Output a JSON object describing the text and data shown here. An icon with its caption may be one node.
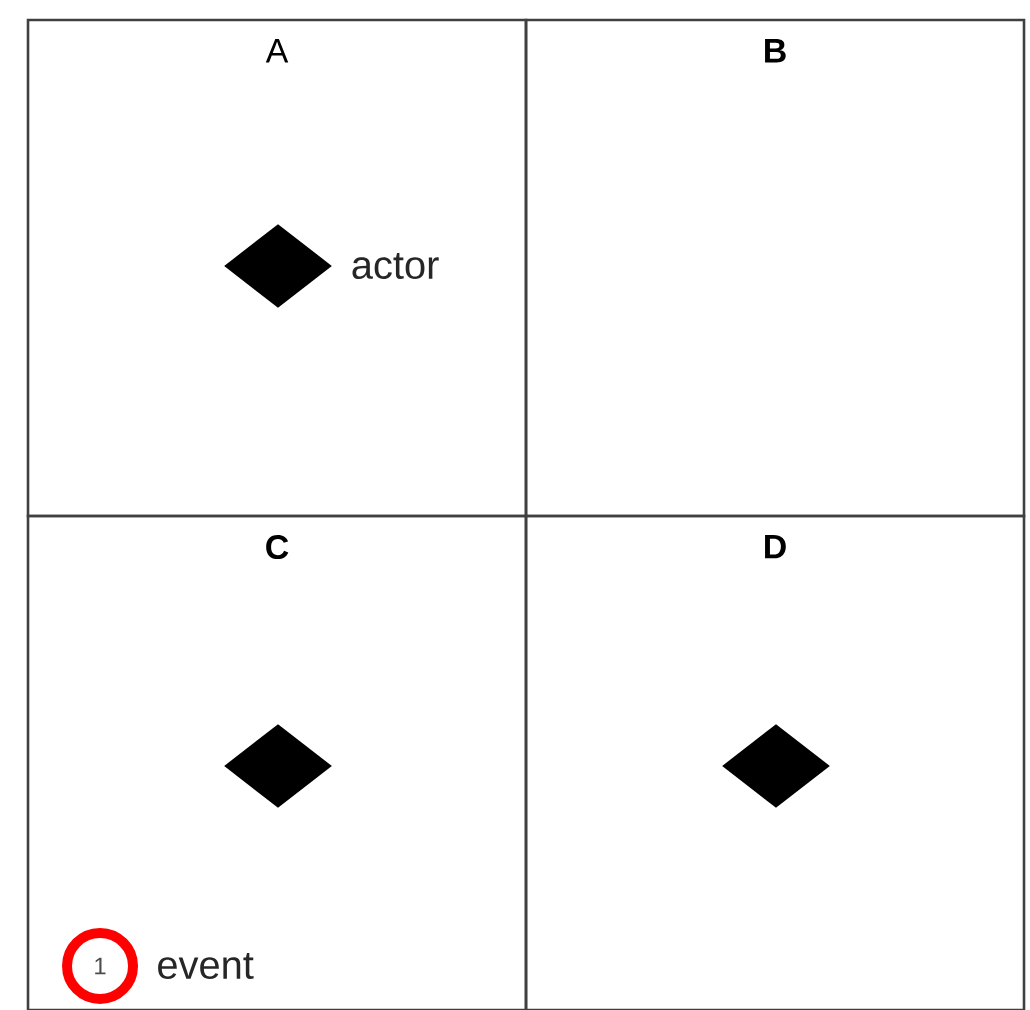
{
  "diagram": {
    "nodes": [
      {
        "text": [
          "A"
        ]
      },
      {
        "text": [
          "B"
        ]
      },
      {
        "text": [
          "C"
        ]
      },
      {
        "text": [
          "D"
        ]
      },
      {
        "text": [],
        "shape": "diamond",
        "in": 0,
        "beside": [
          "actor"
        ]
      },
      {
        "text": [],
        "shape": "diamond",
        "in": 2
      },
      {
        "text": [],
        "shape": "diamond",
        "in": 3
      },
      {
        "text": [
          "1"
        ],
        "in": 2,
        "beside": [
          "event"
        ]
      }
    ]
  }
}
